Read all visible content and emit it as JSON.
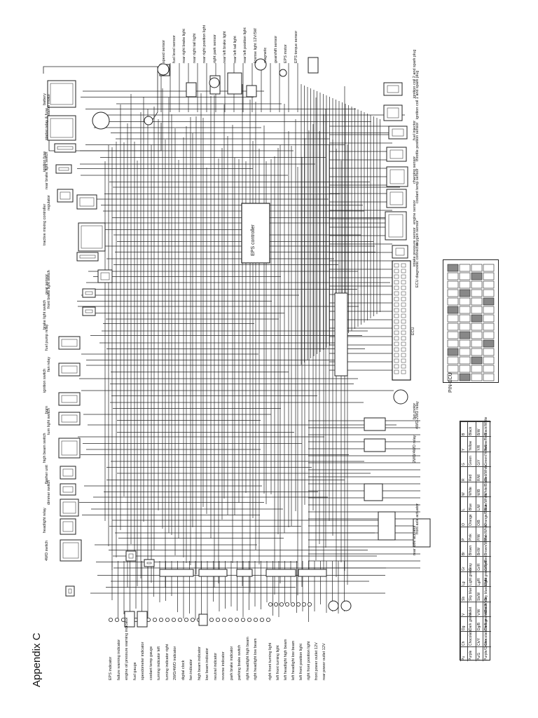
{
  "document": {
    "heading": "Appendix C",
    "ecu_caption": "ECU",
    "ecu_pin_caption": "PIN-ECU"
  },
  "components": {
    "top": [
      "speed sensor",
      "fuel level sensor",
      "rear right brake light",
      "rear right tail light",
      "rear right position light",
      "right park sensor",
      "rear left brake light",
      "rear left tail light",
      "rear left position light",
      "license light 12V/5W",
      "magnetic",
      "gearshift sensor",
      "EPS motor",
      "EPS torque sensor"
    ],
    "left": [
      "battery",
      "starter relay & fuse",
      "starter motor",
      "ignition fuse",
      "rear brake light switch",
      "regulator",
      "tractive mixing controller",
      "gear sensor",
      "front brake light switch",
      "brake light switch",
      "fuel pump relay",
      "fan relay",
      "ignition switch",
      "horn",
      "turn light switch",
      "high beam switch",
      "flasher unit",
      "dimmer switch",
      "headlight relay",
      "4WD switch"
    ],
    "right": [
      "ignition coil 2 and spark plug",
      "ignition coil 1 and spark plug",
      "fuel injector",
      "throttle position sensor",
      "charging sensor",
      "coolant temp sensor",
      "engine sensor",
      "oxygen sensor",
      "intake pressure sensor",
      "ECU diagnostic connector",
      "fan motor",
      "4WD-2WD relay",
      "2WD/4WD relay",
      "front axle actuator",
      "rear axle actuator"
    ],
    "center": [
      "EPS controller"
    ],
    "bottom": [
      "EPS indicator",
      "failure warning indicator",
      "engine oil pressure warning indicator",
      "fuel gauge",
      "speedometer indicator",
      "coolant temp gauge",
      "turning indicator left",
      "turning indicator right",
      "2WD/4WD indicator",
      "digital clock",
      "fan indicator",
      "high beam indicator",
      "low beam indicator",
      "neutral indicator",
      "reverse indicator",
      "park brake indicator",
      "parking brake switch",
      "right headlight high beam",
      "right headlight low beam",
      "right front turning light",
      "left front turning light",
      "left headlight high beam",
      "left headlight low beam",
      "left front position light",
      "right front position light",
      "front power outlet 12V",
      "rear power outlet 12V"
    ]
  },
  "legend_table": {
    "rows": [
      [
        "B",
        "Black",
        "B/W",
        "Black/White"
      ],
      [
        "Y",
        "Yellow",
        "Y/R",
        "Yellow/Red"
      ],
      [
        "G",
        "Green",
        "G/Y",
        "Green/Yellow"
      ],
      [
        "R",
        "Red",
        "R/W",
        "Red/White"
      ],
      [
        "W",
        "White",
        "W/B",
        "White/Black"
      ],
      [
        "L",
        "Blue",
        "L/W",
        "Blue/White"
      ],
      [
        "O",
        "Orange",
        "O/B",
        "Orange/Black"
      ],
      [
        "P",
        "Pink",
        "P/W",
        "Pink/White"
      ],
      [
        "Br",
        "Brown",
        "Br/W",
        "Brown/White"
      ],
      [
        "Gr",
        "Gray",
        "Gr/R",
        "Gray/Red"
      ],
      [
        "Lg",
        "Light green",
        "Lg/R",
        "Light green/Red"
      ],
      [
        "Sb",
        "Sky blue",
        "Sb/W",
        "Sky blue/White"
      ],
      [
        "V",
        "Violet",
        "V/W",
        "Violet/White"
      ],
      [
        "Dg",
        "Dark green",
        "Dg/B",
        "Dark green/Black"
      ],
      [
        "Ch",
        "Chocolate",
        "Ch/Y",
        "Chocolate/Yellow"
      ],
      [
        "Pu",
        "Purple",
        "Pu/G",
        "Purple/Green"
      ]
    ]
  }
}
